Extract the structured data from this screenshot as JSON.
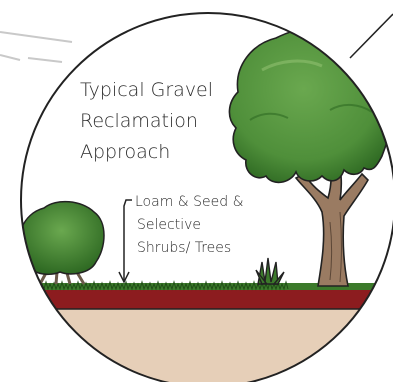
{
  "diagram": {
    "title_lines": [
      "Typical Gravel",
      "Reclamation",
      "Approach"
    ],
    "annotation_lines": [
      "Loam & Seed &",
      "Selective",
      "Shrubs/ Trees"
    ],
    "colors": {
      "foliage": "#4f8f3a",
      "foliage_dark": "#2f6a23",
      "trunk": "#9a7b62",
      "grass": "#3c7a2b",
      "loam": "#8c1c1f",
      "subsoil": "#e6cfb8",
      "outline": "#222222"
    }
  }
}
